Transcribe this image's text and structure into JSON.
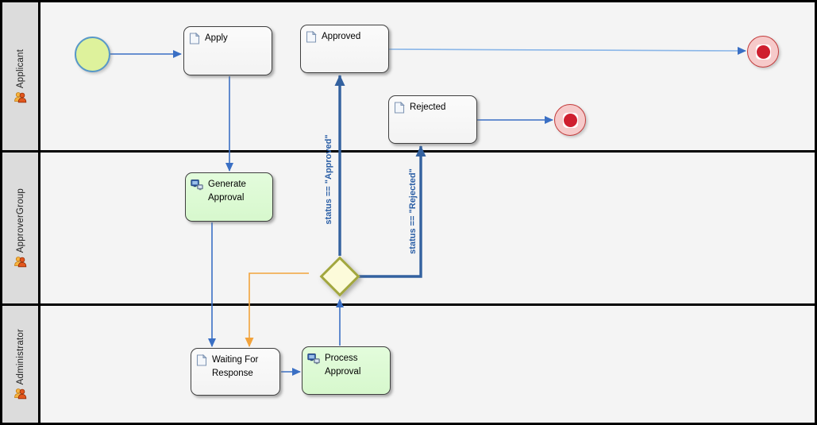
{
  "lanes": [
    {
      "label": "Applicant"
    },
    {
      "label": "ApproverGroup"
    },
    {
      "label": "Administrator"
    }
  ],
  "nodes": {
    "apply": {
      "label": "Apply"
    },
    "approved": {
      "label": "Approved"
    },
    "rejected": {
      "label": "Rejected"
    },
    "generate_approval": {
      "label": "Generate Approval"
    },
    "waiting_for_response": {
      "label": "Waiting For Response"
    },
    "process_approval": {
      "label": "Process Approval"
    }
  },
  "flows": {
    "approved_condition": {
      "label": "status == \"Approved\""
    },
    "rejected_condition": {
      "label": "status == \"Rejected\""
    }
  },
  "icons": {
    "lane": "people-icon",
    "user_task": "document-icon",
    "service_task": "computers-icon"
  },
  "colors": {
    "flow_blue": "#3a6fc4",
    "flow_blue_thick": "#33619f",
    "flow_light_blue": "#8ab6e8",
    "flow_orange": "#f2a33c",
    "condition_text": "#2b5fa6",
    "task_white_fill": "#fbfbfb",
    "task_green_fill": "#d7f8cd",
    "gateway_fill": "#fcfbda",
    "gateway_border": "#a2a73e",
    "start_fill": "#def29c",
    "start_border": "#5898c8",
    "end_fill": "#f6caca",
    "end_border": "#c43b3b",
    "end_dot": "#cf1f2f",
    "lane_header_bg": "#dcdcdc",
    "lane_body_bg": "#f4f4f4"
  }
}
